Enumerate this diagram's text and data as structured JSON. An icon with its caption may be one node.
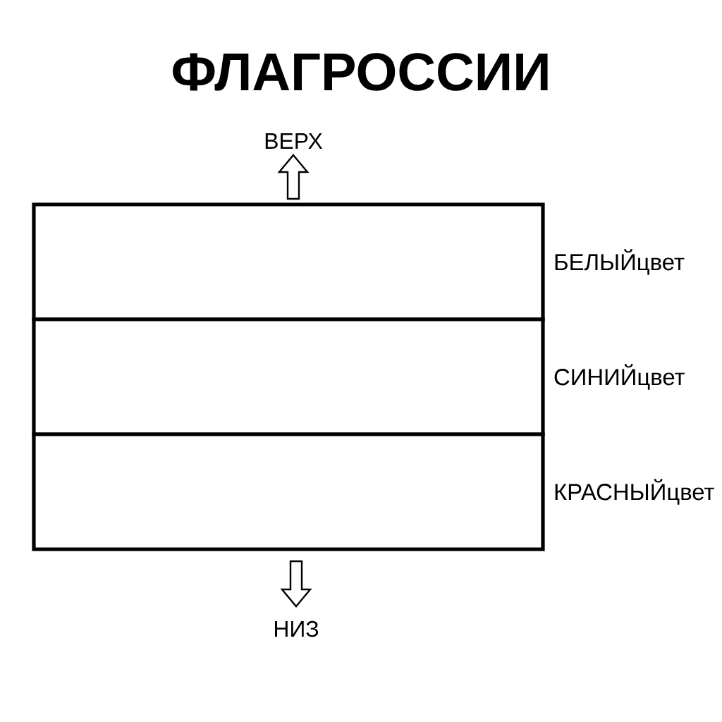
{
  "diagram": {
    "title": "ФЛАГРОССИИ",
    "nodes": [
      {
        "text": [],
        "shape": "box",
        "beside": [
          "БЕЛЫЙцвет"
        ]
      },
      {
        "text": [],
        "shape": "box",
        "beside": [
          "СИНИЙцвет"
        ]
      },
      {
        "text": [],
        "shape": "box",
        "beside": [
          "КРАСНЫЙцвет"
        ]
      }
    ],
    "labels": [
      "ВЕРХ",
      "НИЗ"
    ]
  }
}
